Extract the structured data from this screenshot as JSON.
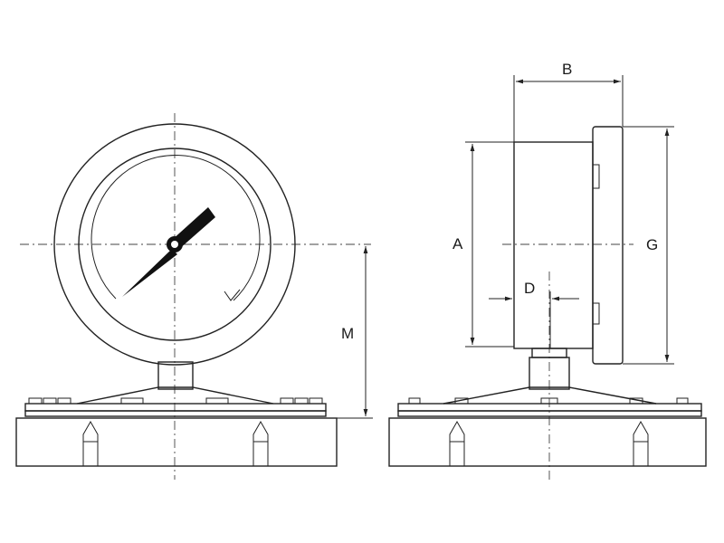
{
  "diagram": {
    "labels": {
      "M": "M",
      "A": "A",
      "B": "B",
      "D": "D",
      "G": "G"
    },
    "colors": {
      "line": "#222222",
      "background": "#ffffff"
    }
  }
}
